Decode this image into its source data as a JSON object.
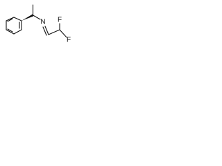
{
  "diagram": {
    "type": "chemical-structure",
    "atoms": {
      "nitrogen": "N",
      "fluorine_upper": "F",
      "fluorine_lower": "F"
    },
    "colors": {
      "bond": "#111111",
      "label": "#111111",
      "background": "#ffffff"
    }
  }
}
